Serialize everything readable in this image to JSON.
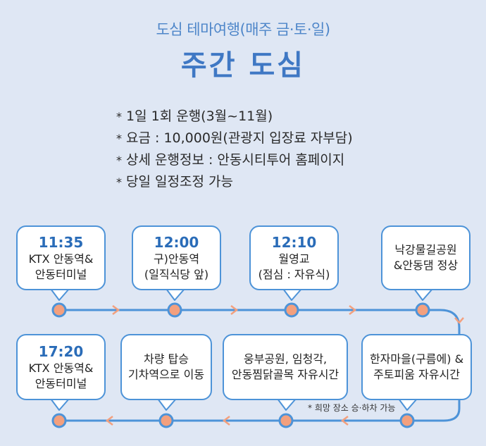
{
  "header": {
    "subtitle": "도심 테마여행(매주 금·토·일)",
    "title": "주간 도심"
  },
  "info": [
    "1일 1회 운행(3월~11월)",
    "요금 : 10,000원(관광지 입장료 자부담)",
    "상세 운행정보 : 안동시티투어 홈페이지",
    "당일 일정조정 가능"
  ],
  "info_marker": "*",
  "stops_top": [
    {
      "time": "11:35",
      "line1": "KTX 안동역&",
      "line2": "안동터미널"
    },
    {
      "time": "12:00",
      "line1": "구)안동역",
      "line2": "(일직식당 앞)"
    },
    {
      "time": "12:10",
      "line1": "월영교",
      "line2": "(점심 : 자유식)"
    },
    {
      "time": "",
      "line1": "낙강물길공원",
      "line2": "&안동댐 정상"
    }
  ],
  "stops_bottom": [
    {
      "time": "17:20",
      "line1": "KTX 안동역&",
      "line2": "안동터미널"
    },
    {
      "time": "",
      "line1": "차량 탑승",
      "line2": "기차역으로 이동"
    },
    {
      "time": "",
      "line1": "웅부공원, 임청각,",
      "line2": "안동찜닭골목 자유시간"
    },
    {
      "time": "",
      "line1": "한자마을(구름에) &",
      "line2": "주토피움 자유시간"
    }
  ],
  "note": "* 희망 장소 승·하차 가능",
  "colors": {
    "background": "#dfe7f4",
    "route_line": "#4d93d8",
    "dot": "#f3a07e",
    "arrow": "#f3a07e",
    "accent": "#3f78c4"
  }
}
